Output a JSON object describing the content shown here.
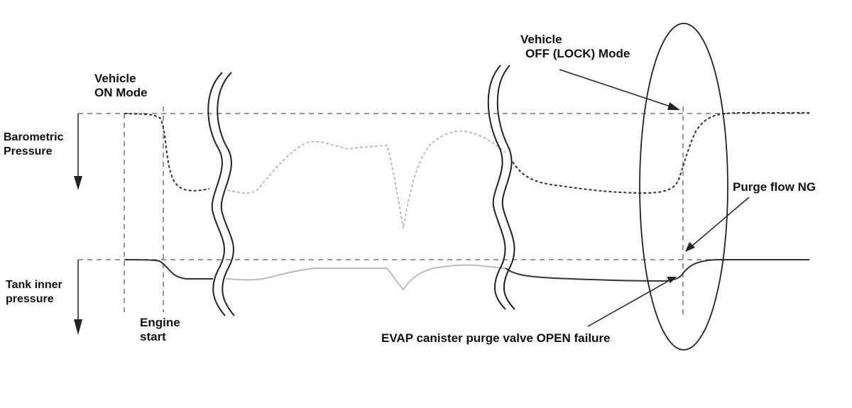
{
  "title": "",
  "labels": {
    "barometric": [
      "Barometric",
      "Pressure"
    ],
    "tank_inner": [
      "Tank inner",
      "pressure"
    ],
    "vehicle_on": [
      "Vehicle",
      "ON Mode"
    ],
    "engine_start": [
      "Engine",
      "start"
    ],
    "vehicle_off": [
      "Vehicle",
      "OFF (LOCK) Mode"
    ],
    "purge_flow_ng": "Purge flow NG",
    "evap_failure": "EVAP canister purge valve OPEN failure"
  },
  "colors": {
    "line_dark": "#333333",
    "line_gray": "#b8b8b8",
    "dashed_ref": "#777777",
    "text": "#111111"
  }
}
